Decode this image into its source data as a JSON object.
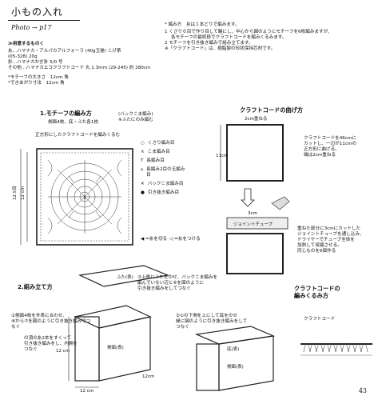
{
  "header": {
    "title": "小もの入れ",
    "photo_ref": "Photo → p17"
  },
  "materials": {
    "heading": "≫用意するものく",
    "lines": [
      "糸…ハマナカ・アルパカアルフォーラ (40g玉巻) こげ茶",
      "(05-328) 20g",
      "針…ハマナカかぎ針 5/0 号",
      "その他…ハマナカエコクラフトコード 丸 1.3mm (29-245) 約 280cm"
    ],
    "size_label": "*モチーフの大きさ　12cm 角",
    "finish_label": "*できあがり寸法　12cm 角"
  },
  "notes": {
    "lines": [
      "* 編み方　糸は１本どりで編みます。",
      "1 くさり６目で作り目して輪にし、中心から図のようにモチーフを6枚編みますが、",
      "各モチーフの最終段でクラフトコードを編みくるみます。",
      "2 モチーフを引き抜き編みで組み立てます。",
      "※「クラフトコード」は、樹脂製の形状保持芯材です。"
    ]
  },
  "motif": {
    "heading": "1.モチーフの編み方",
    "subheading": "側面4枚、底・ふた各1枚",
    "edge_note": "正方形にしたクラフトコードを編みくるむ",
    "back_note": "(バックこま編み)\n※ふたにのみ編む",
    "dim_v": "12.5目",
    "dim_h": "12 cm",
    "legend": [
      {
        "sym": "○",
        "label": "くさり編み目"
      },
      {
        "sym": "×",
        "label": "こま編み目"
      },
      {
        "sym": "T",
        "label": "長編み目"
      },
      {
        "sym": "⩓",
        "label": "長編み2目の玉編み目"
      },
      {
        "sym": "✕",
        "label": "バックこま編み目"
      },
      {
        "sym": "●",
        "label": "引き抜き編み目"
      }
    ],
    "cut_label": "=糸を切る",
    "attach_label": "=糸をつける"
  },
  "cord": {
    "heading": "クラフトコードの曲げ方",
    "top_label": "2cm重ねる",
    "side_label": "11cm",
    "explain": "クラフトコードを46cmに\nカットし、一辺が11cmの\n正方形に曲げる。\n端は2cm重ねる",
    "tube_top": "3cm",
    "tube_label": "ジョイントチューブ",
    "tube_explain": "重ねた部分に3cmにカットした\nジョイントチューブを通し込み、\nドライヤーでチューブ全体を\n加熱して収縮させる。\n同じものを6個作る"
  },
  "assembly": {
    "heading": "2.組み立て方",
    "lid_label": "ふた(表)",
    "step3": "③上側にふたをのせ、バックこま編みを\n編んでいない辺と⑥を図のように\n引き抜き編みをしてつなぐ",
    "step1": "①側面4枚を外表に合わせ、\n⑧から⑦を図のように引き抜き編みでつなぐ",
    "step1_note": "の頂の糸2本をすくって\n引き抜き編みをし、内側を\nつなぐ",
    "step2": "②①の下側を上にして底をのせ\n縁に図のように引き抜き編みをして\nつなぐ",
    "side_label": "側面(表)",
    "bottom_label": "底(表)",
    "dim_12a": "12 cm",
    "dim_12b": "12 cm",
    "dim_12c": "12cm"
  },
  "wrap": {
    "heading": "クラフトコードの\n編みくるみ方",
    "cord_label": "クラフトコード"
  },
  "page_number": "43"
}
